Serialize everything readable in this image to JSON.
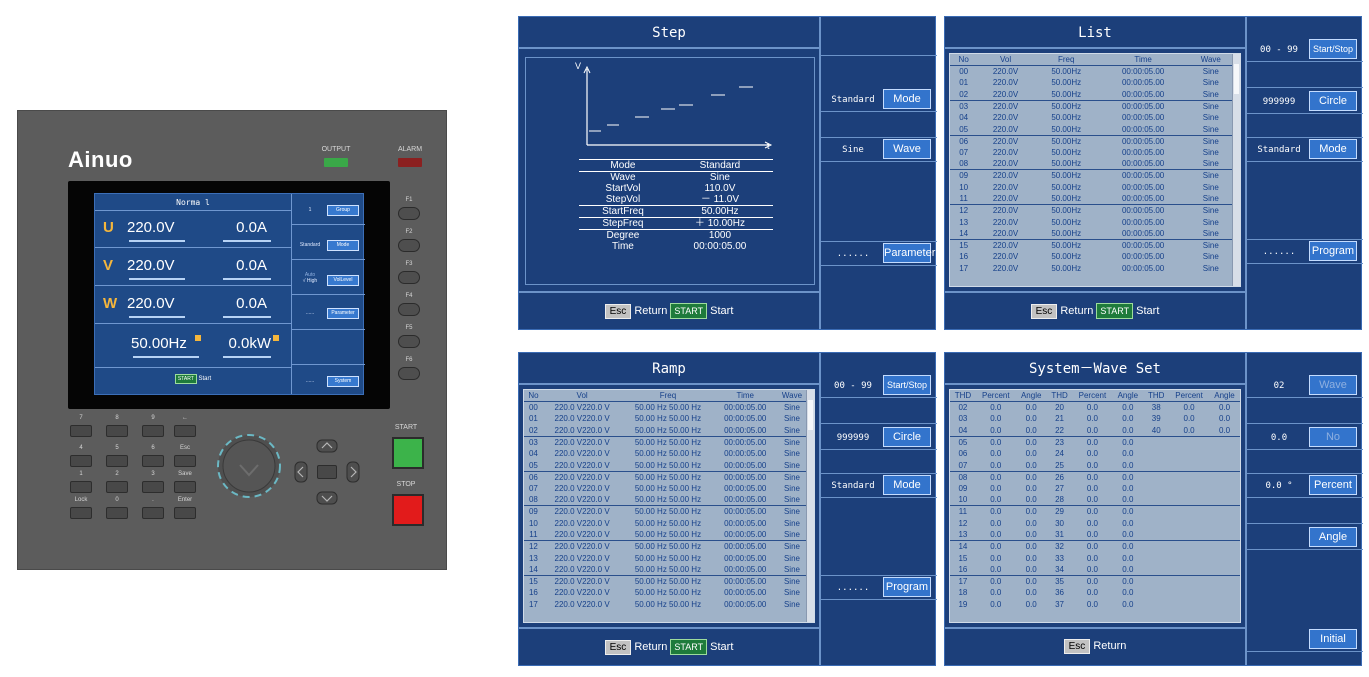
{
  "device": {
    "brand": "Ainuo",
    "output_label": "OUTPUT",
    "alarm_label": "ALARM",
    "start_label": "START",
    "stop_label": "STOP",
    "colors": {
      "output": "#3aa848",
      "alarm": "#8b2020",
      "start": "#3cb34a",
      "stop": "#e21b1b"
    },
    "fkeys": [
      "F1",
      "F2",
      "F3",
      "F4",
      "F5",
      "F6"
    ],
    "keypad": [
      [
        "7",
        "8",
        "9",
        "←"
      ],
      [
        "4",
        "5",
        "6",
        "Esc"
      ],
      [
        "1",
        "2",
        "3",
        "Save"
      ],
      [
        "Lock",
        "0",
        ".",
        "Enter"
      ]
    ],
    "screen": {
      "title": "Norma l",
      "rows": [
        {
          "letter": "U",
          "volt": "220.0V",
          "curr": "0.0A"
        },
        {
          "letter": "V",
          "volt": "220.0V",
          "curr": "0.0A"
        },
        {
          "letter": "W",
          "volt": "220.0V",
          "curr": "0.0A"
        }
      ],
      "freq": "50.00Hz",
      "power": "0.0kW",
      "start_btn": "START",
      "start_text": "Start",
      "side": [
        {
          "value": "1",
          "button": "Group"
        },
        {
          "value": "Standard",
          "button": "Mode"
        },
        {
          "value": "Auto",
          "value2": "√ High",
          "button": "VolLevel"
        },
        {
          "value": "......",
          "button": "Parameter"
        },
        {
          "value": "......",
          "button": "System"
        }
      ]
    }
  },
  "step": {
    "title": "Step",
    "axis_v": "V",
    "axis_t": "t",
    "info": [
      [
        "Mode",
        "Standard"
      ],
      [
        "Wave",
        "Sine"
      ],
      [
        "StartVol",
        "110.0V"
      ],
      [
        "StepVol",
        "－ 11.0V"
      ],
      [
        "StartFreq",
        "50.00Hz"
      ],
      [
        "StepFreq",
        "＋ 10.00Hz"
      ],
      [
        "Degree",
        "1000"
      ],
      [
        "Time",
        "00:00:05.00"
      ]
    ],
    "side": [
      {
        "value": "Standard",
        "button": "Mode"
      },
      {
        "value": "Sine",
        "button": "Wave"
      },
      {
        "value": "......",
        "button": "Parameter"
      }
    ],
    "esc": "Esc",
    "return": "Return",
    "start_btn": "START",
    "start": "Start"
  },
  "list": {
    "title": "List",
    "headers": [
      "No",
      "Vol",
      "Freq",
      "Time",
      "Wave"
    ],
    "rows": [
      [
        "00",
        "220.0V",
        "50.00Hz",
        "00:00:05.00",
        "Sine"
      ],
      [
        "01",
        "220.0V",
        "50.00Hz",
        "00:00:05.00",
        "Sine"
      ],
      [
        "02",
        "220.0V",
        "50.00Hz",
        "00:00:05.00",
        "Sine"
      ],
      [
        "03",
        "220.0V",
        "50.00Hz",
        "00:00:05.00",
        "Sine"
      ],
      [
        "04",
        "220.0V",
        "50.00Hz",
        "00:00:05.00",
        "Sine"
      ],
      [
        "05",
        "220.0V",
        "50.00Hz",
        "00:00:05.00",
        "Sine"
      ],
      [
        "06",
        "220.0V",
        "50.00Hz",
        "00:00:05.00",
        "Sine"
      ],
      [
        "07",
        "220.0V",
        "50.00Hz",
        "00:00:05.00",
        "Sine"
      ],
      [
        "08",
        "220.0V",
        "50.00Hz",
        "00:00:05.00",
        "Sine"
      ],
      [
        "09",
        "220.0V",
        "50.00Hz",
        "00:00:05.00",
        "Sine"
      ],
      [
        "10",
        "220.0V",
        "50.00Hz",
        "00:00:05.00",
        "Sine"
      ],
      [
        "11",
        "220.0V",
        "50.00Hz",
        "00:00:05.00",
        "Sine"
      ],
      [
        "12",
        "220.0V",
        "50.00Hz",
        "00:00:05.00",
        "Sine"
      ],
      [
        "13",
        "220.0V",
        "50.00Hz",
        "00:00:05.00",
        "Sine"
      ],
      [
        "14",
        "220.0V",
        "50.00Hz",
        "00:00:05.00",
        "Sine"
      ],
      [
        "15",
        "220.0V",
        "50.00Hz",
        "00:00:05.00",
        "Sine"
      ],
      [
        "16",
        "220.0V",
        "50.00Hz",
        "00:00:05.00",
        "Sine"
      ],
      [
        "17",
        "220.0V",
        "50.00Hz",
        "00:00:05.00",
        "Sine"
      ]
    ],
    "side": [
      {
        "value": "00 - 99",
        "button": "Start/Stop"
      },
      {
        "value": "999999",
        "button": "Circle"
      },
      {
        "value": "Standard",
        "button": "Mode"
      },
      {
        "value": "......",
        "button": "Program"
      }
    ],
    "esc": "Esc",
    "return": "Return",
    "start_btn": "START",
    "start": "Start"
  },
  "ramp": {
    "title": "Ramp",
    "headers": [
      "No",
      "Vol",
      "Freq",
      "Time",
      "Wave"
    ],
    "rows": [
      [
        "00",
        "220.0 V220.0 V",
        "50.00 Hz 50.00 Hz",
        "00:00:05.00",
        "Sine"
      ],
      [
        "01",
        "220.0 V220.0 V",
        "50.00 Hz 50.00 Hz",
        "00:00:05.00",
        "Sine"
      ],
      [
        "02",
        "220.0 V220.0 V",
        "50.00 Hz 50.00 Hz",
        "00:00:05.00",
        "Sine"
      ],
      [
        "03",
        "220.0 V220.0 V",
        "50.00 Hz 50.00 Hz",
        "00:00:05.00",
        "Sine"
      ],
      [
        "04",
        "220.0 V220.0 V",
        "50.00 Hz 50.00 Hz",
        "00:00:05.00",
        "Sine"
      ],
      [
        "05",
        "220.0 V220.0 V",
        "50.00 Hz 50.00 Hz",
        "00:00:05.00",
        "Sine"
      ],
      [
        "06",
        "220.0 V220.0 V",
        "50.00 Hz 50.00 Hz",
        "00:00:05.00",
        "Sine"
      ],
      [
        "07",
        "220.0 V220.0 V",
        "50.00 Hz 50.00 Hz",
        "00:00:05.00",
        "Sine"
      ],
      [
        "08",
        "220.0 V220.0 V",
        "50.00 Hz 50.00 Hz",
        "00:00:05.00",
        "Sine"
      ],
      [
        "09",
        "220.0 V220.0 V",
        "50.00 Hz 50.00 Hz",
        "00:00:05.00",
        "Sine"
      ],
      [
        "10",
        "220.0 V220.0 V",
        "50.00 Hz 50.00 Hz",
        "00:00:05.00",
        "Sine"
      ],
      [
        "11",
        "220.0 V220.0 V",
        "50.00 Hz 50.00 Hz",
        "00:00:05.00",
        "Sine"
      ],
      [
        "12",
        "220.0 V220.0 V",
        "50.00 Hz 50.00 Hz",
        "00:00:05.00",
        "Sine"
      ],
      [
        "13",
        "220.0 V220.0 V",
        "50.00 Hz 50.00 Hz",
        "00:00:05.00",
        "Sine"
      ],
      [
        "14",
        "220.0 V220.0 V",
        "50.00 Hz 50.00 Hz",
        "00:00:05.00",
        "Sine"
      ],
      [
        "15",
        "220.0 V220.0 V",
        "50.00 Hz 50.00 Hz",
        "00:00:05.00",
        "Sine"
      ],
      [
        "16",
        "220.0 V220.0 V",
        "50.00 Hz 50.00 Hz",
        "00:00:05.00",
        "Sine"
      ],
      [
        "17",
        "220.0 V220.0 V",
        "50.00 Hz 50.00 Hz",
        "00:00:05.00",
        "Sine"
      ]
    ],
    "side": [
      {
        "value": "00 - 99",
        "button": "Start/Stop"
      },
      {
        "value": "999999",
        "button": "Circle"
      },
      {
        "value": "Standard",
        "button": "Mode"
      },
      {
        "value": "......",
        "button": "Program"
      }
    ],
    "esc": "Esc",
    "return": "Return",
    "start_btn": "START",
    "start": "Start"
  },
  "system": {
    "title": "System－Wave Set",
    "headers": [
      "THD",
      "Percent",
      "Angle",
      "THD",
      "Percent",
      "Angle",
      "THD",
      "Percent",
      "Angle"
    ],
    "rows": [
      [
        "02",
        "0.0",
        "0.0",
        "20",
        "0.0",
        "0.0",
        "38",
        "0.0",
        "0.0"
      ],
      [
        "03",
        "0.0",
        "0.0",
        "21",
        "0.0",
        "0.0",
        "39",
        "0.0",
        "0.0"
      ],
      [
        "04",
        "0.0",
        "0.0",
        "22",
        "0.0",
        "0.0",
        "40",
        "0.0",
        "0.0"
      ],
      [
        "05",
        "0.0",
        "0.0",
        "23",
        "0.0",
        "0.0",
        "",
        "",
        ""
      ],
      [
        "06",
        "0.0",
        "0.0",
        "24",
        "0.0",
        "0.0",
        "",
        "",
        ""
      ],
      [
        "07",
        "0.0",
        "0.0",
        "25",
        "0.0",
        "0.0",
        "",
        "",
        ""
      ],
      [
        "08",
        "0.0",
        "0.0",
        "26",
        "0.0",
        "0.0",
        "",
        "",
        ""
      ],
      [
        "09",
        "0.0",
        "0.0",
        "27",
        "0.0",
        "0.0",
        "",
        "",
        ""
      ],
      [
        "10",
        "0.0",
        "0.0",
        "28",
        "0.0",
        "0.0",
        "",
        "",
        ""
      ],
      [
        "11",
        "0.0",
        "0.0",
        "29",
        "0.0",
        "0.0",
        "",
        "",
        ""
      ],
      [
        "12",
        "0.0",
        "0.0",
        "30",
        "0.0",
        "0.0",
        "",
        "",
        ""
      ],
      [
        "13",
        "0.0",
        "0.0",
        "31",
        "0.0",
        "0.0",
        "",
        "",
        ""
      ],
      [
        "14",
        "0.0",
        "0.0",
        "32",
        "0.0",
        "0.0",
        "",
        "",
        ""
      ],
      [
        "15",
        "0.0",
        "0.0",
        "33",
        "0.0",
        "0.0",
        "",
        "",
        ""
      ],
      [
        "16",
        "0.0",
        "0.0",
        "34",
        "0.0",
        "0.0",
        "",
        "",
        ""
      ],
      [
        "17",
        "0.0",
        "0.0",
        "35",
        "0.0",
        "0.0",
        "",
        "",
        ""
      ],
      [
        "18",
        "0.0",
        "0.0",
        "36",
        "0.0",
        "0.0",
        "",
        "",
        ""
      ],
      [
        "19",
        "0.0",
        "0.0",
        "37",
        "0.0",
        "0.0",
        "",
        "",
        ""
      ]
    ],
    "side": [
      {
        "value": "02",
        "button": "Wave"
      },
      {
        "value": "0.0",
        "button": "No"
      },
      {
        "value": "0.0 °",
        "button": "Percent"
      },
      {
        "value": "",
        "button": "Angle"
      },
      {
        "value": "",
        "button": "Initial"
      }
    ],
    "esc": "Esc",
    "return": "Return"
  }
}
